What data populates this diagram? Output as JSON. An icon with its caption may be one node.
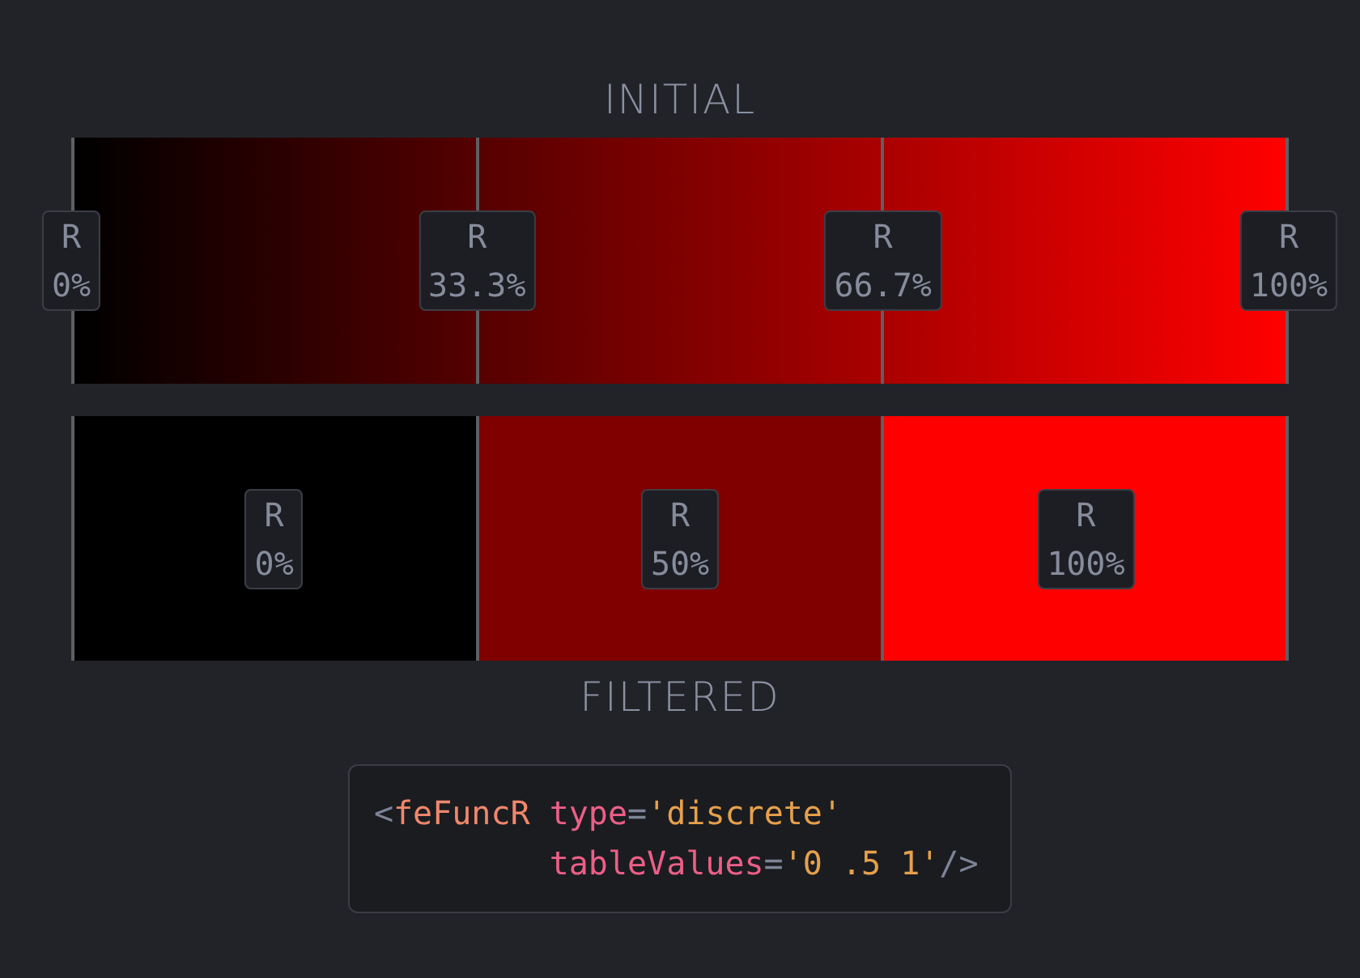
{
  "diagram": {
    "nodes": [
      {
        "text": [
          "R 0%"
        ]
      },
      {
        "text": [
          "R 33.3%"
        ]
      },
      {
        "text": [
          "R 66.7%"
        ]
      },
      {
        "text": [
          "R 100%"
        ]
      },
      {
        "text": [
          "R 0%"
        ]
      },
      {
        "text": [
          "R 50%"
        ]
      },
      {
        "text": [
          "R 100%"
        ]
      },
      {
        "text": [
          "<feFuncR type='discrete' tableValues='0 .5 1'/>"
        ]
      }
    ],
    "labels": [
      "INITIAL",
      "FILTERED"
    ]
  }
}
